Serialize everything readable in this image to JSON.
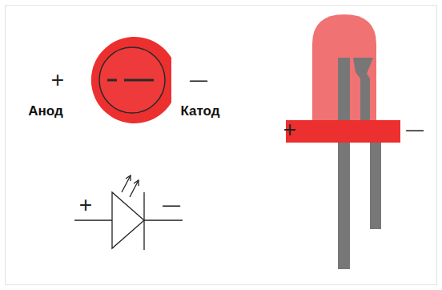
{
  "diagram": {
    "labels": [
      "+",
      "—",
      "Анод",
      "Катод",
      "+",
      "—",
      "+",
      "—"
    ]
  }
}
